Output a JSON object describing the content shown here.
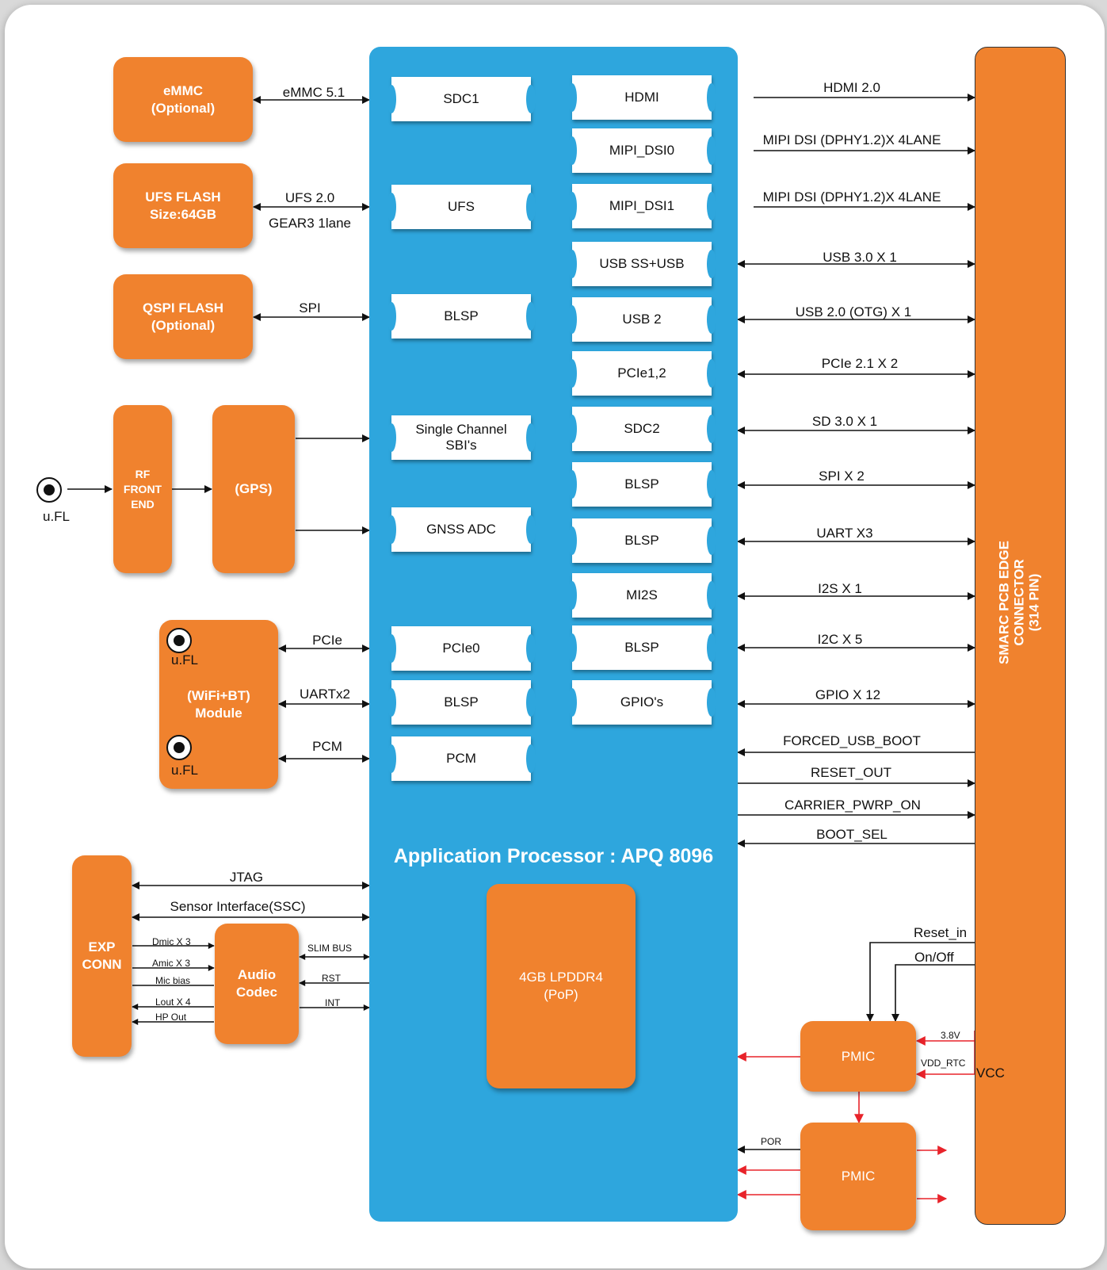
{
  "processor": {
    "title": "Application Processor : APQ 8096",
    "memory": "4GB LPDDR4\n(PoP)",
    "left_ports": [
      "SDC1",
      "UFS",
      "BLSP",
      "Single Channel\nSBI's",
      "GNSS ADC",
      "PCIe0",
      "BLSP",
      "PCM"
    ],
    "right_ports": [
      "HDMI",
      "MIPI_DSI0",
      "MIPI_DSI1",
      "USB SS+USB",
      "USB 2",
      "PCIe1,2",
      "SDC2",
      "BLSP",
      "BLSP",
      "MI2S",
      "BLSP",
      "GPIO's"
    ]
  },
  "left_blocks": {
    "emmc": "eMMC\n(Optional)",
    "ufs_flash": "UFS FLASH\nSize:64GB",
    "qspi_flash": "QSPI FLASH\n(Optional)",
    "rf_front_end": "RF\nFRONT\nEND",
    "gps": "(GPS)",
    "wifi_bt": "(WiFi+BT)\nModule",
    "exp_conn": "EXP\nCONN",
    "audio_codec": "Audio\nCodec"
  },
  "left_links": {
    "emmc": "eMMC 5.1",
    "ufs": "UFS 2.0",
    "ufs_sub": "GEAR3 1lane",
    "spi": "SPI",
    "pcie": "PCIe",
    "uart": "UARTx2",
    "pcm": "PCM",
    "jtag": "JTAG",
    "ssc": "Sensor Interface(SSC)",
    "slim_bus": "SLIM BUS",
    "rst": "RST",
    "int": "INT",
    "dmic": "Dmic X 3",
    "amic": "Amic X 3",
    "mic_bias": "Mic bias",
    "lout": "Lout X  4",
    "hp_out": "HP Out",
    "ufl": "u.FL"
  },
  "right_links": [
    "HDMI 2.0",
    "MIPI DSI (DPHY1.2)X 4LANE",
    "MIPI DSI (DPHY1.2)X 4LANE",
    "USB 3.0 X 1",
    "USB 2.0 (OTG) X 1",
    "PCIe 2.1 X 2",
    "SD 3.0 X 1",
    "SPI  X 2",
    "UART X3",
    "I2S X 1",
    "I2C X 5",
    "GPIO X 12",
    "FORCED_USB_BOOT",
    "RESET_OUT",
    "CARRIER_PWRP_ON",
    "BOOT_SEL"
  ],
  "connector": "SMARC PCB EDGE\nCONNECTOR\n(314 PIN)",
  "power": {
    "pmic1": "PMIC",
    "pmic2": "PMIC",
    "reset_in": "Reset_in",
    "on_off": "On/Off",
    "v38": "3.8V",
    "vdd_rtc": "VDD_RTC",
    "vcc": "VCC",
    "por": "POR"
  },
  "colors": {
    "orange": "#f0822e",
    "blue": "#2ea6dd",
    "red_arrow": "#e8232a"
  }
}
